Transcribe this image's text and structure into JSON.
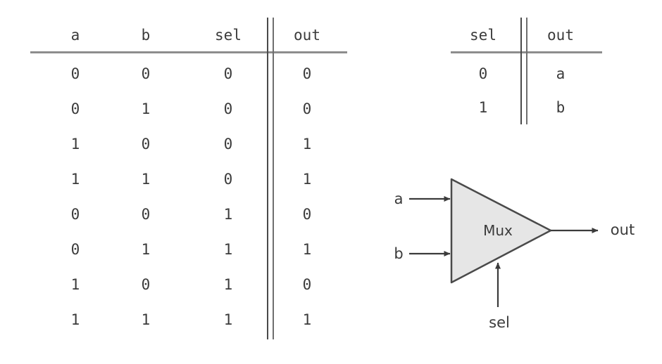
{
  "figure": {
    "title_hidden": "",
    "colors": {
      "text": "#3b3b3b",
      "rule": "#8d8d8d",
      "bar": "#4a4a4a",
      "shape_fill": "#e6e6e6",
      "shape_stroke": "#4a4a4a",
      "background": "#ffffff"
    }
  },
  "truth_table": {
    "name": "mux-full-truth-table",
    "headers": [
      "a",
      "b",
      "sel",
      "out"
    ],
    "separator_after_column": 2,
    "rows": [
      [
        "0",
        "0",
        "0",
        "0"
      ],
      [
        "0",
        "1",
        "0",
        "0"
      ],
      [
        "1",
        "0",
        "0",
        "1"
      ],
      [
        "1",
        "1",
        "0",
        "1"
      ],
      [
        "0",
        "0",
        "1",
        "0"
      ],
      [
        "0",
        "1",
        "1",
        "1"
      ],
      [
        "1",
        "0",
        "1",
        "0"
      ],
      [
        "1",
        "1",
        "1",
        "1"
      ]
    ]
  },
  "abbreviated_table": {
    "name": "mux-abbreviated-truth-table",
    "headers": [
      "sel",
      "out"
    ],
    "separator_after_column": 0,
    "rows": [
      [
        "0",
        "a"
      ],
      [
        "1",
        "b"
      ]
    ]
  },
  "mux_diagram": {
    "block_label": "Mux",
    "input_a": "a",
    "input_b": "b",
    "input_sel": "sel",
    "output": "out"
  }
}
